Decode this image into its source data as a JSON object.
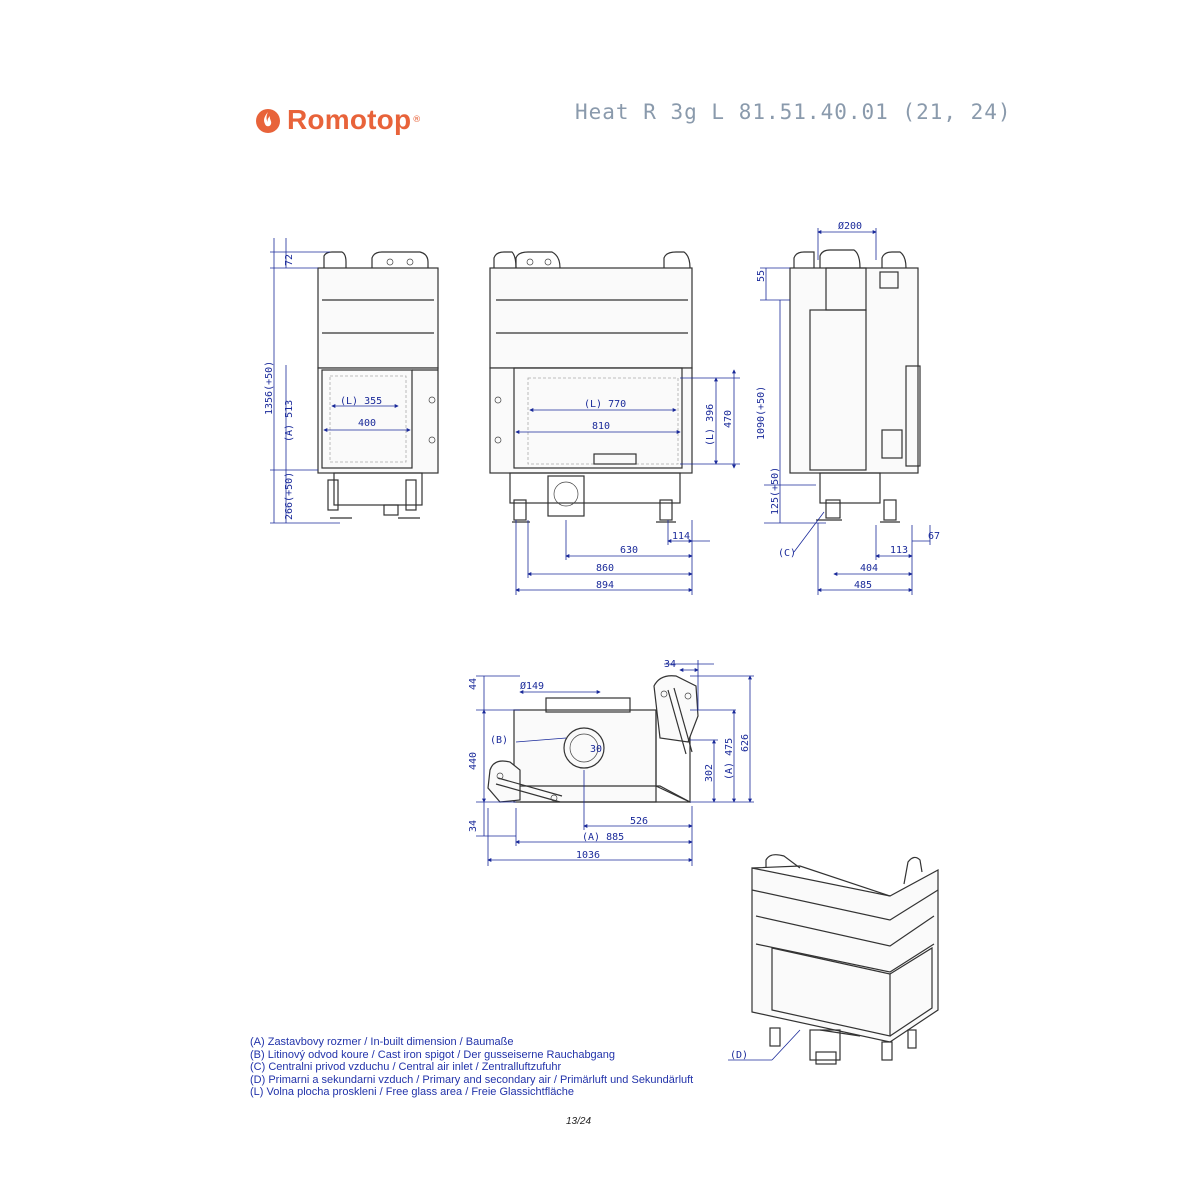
{
  "header": {
    "brand": "Romotop",
    "brand_reg": "®",
    "title": "Heat R 3g L 81.51.40.01 (21, 24)"
  },
  "dimensions": {
    "d72": "72",
    "d1356": "1356(+50)",
    "dA513": "(A) 513",
    "d266": "266(+50)",
    "dL355": "(L) 355",
    "d400": "400",
    "dL770": "(L) 770",
    "d810": "810",
    "dL396": "(L) 396",
    "d470": "470",
    "d630": "630",
    "d860": "860",
    "d894": "894",
    "d114": "114",
    "d200": "Ø200",
    "d55": "55",
    "d1090": "1090(+50)",
    "d125": "125(+50)",
    "dC": "(C)",
    "d67": "67",
    "d113": "113",
    "d404": "404",
    "d485": "485",
    "d34top": "34",
    "d149": "Ø149",
    "d44": "44",
    "dB": "(B)",
    "d30": "30",
    "d440": "440",
    "d302": "302",
    "dA475": "(A) 475",
    "d626": "626",
    "d34bot": "34",
    "d526": "526",
    "dA885": "(A) 885",
    "d1036": "1036",
    "dD": "(D)"
  },
  "legend": [
    "(A)  Zastavbovy rozmer / In-built dimension / Baumaße",
    "(B)  Litinový odvod koure / Cast iron spigot / Der gusseiserne Rauchabgang",
    "(C)  Centralni privod vzduchu / Central air inlet / Zentralluftzufuhr",
    "(D)  Primarni a sekundarni vzduch / Primary and secondary air / Primärluft und Sekundärluft",
    "(L)  Volna plocha proskleni / Free glass area / Freie Glassichtfläche"
  ],
  "footer": {
    "page": "13/24"
  },
  "colors": {
    "brand": "#e8633a",
    "title": "#8a9aac",
    "dimension": "#1a2a9a",
    "legend": "#2233aa"
  }
}
